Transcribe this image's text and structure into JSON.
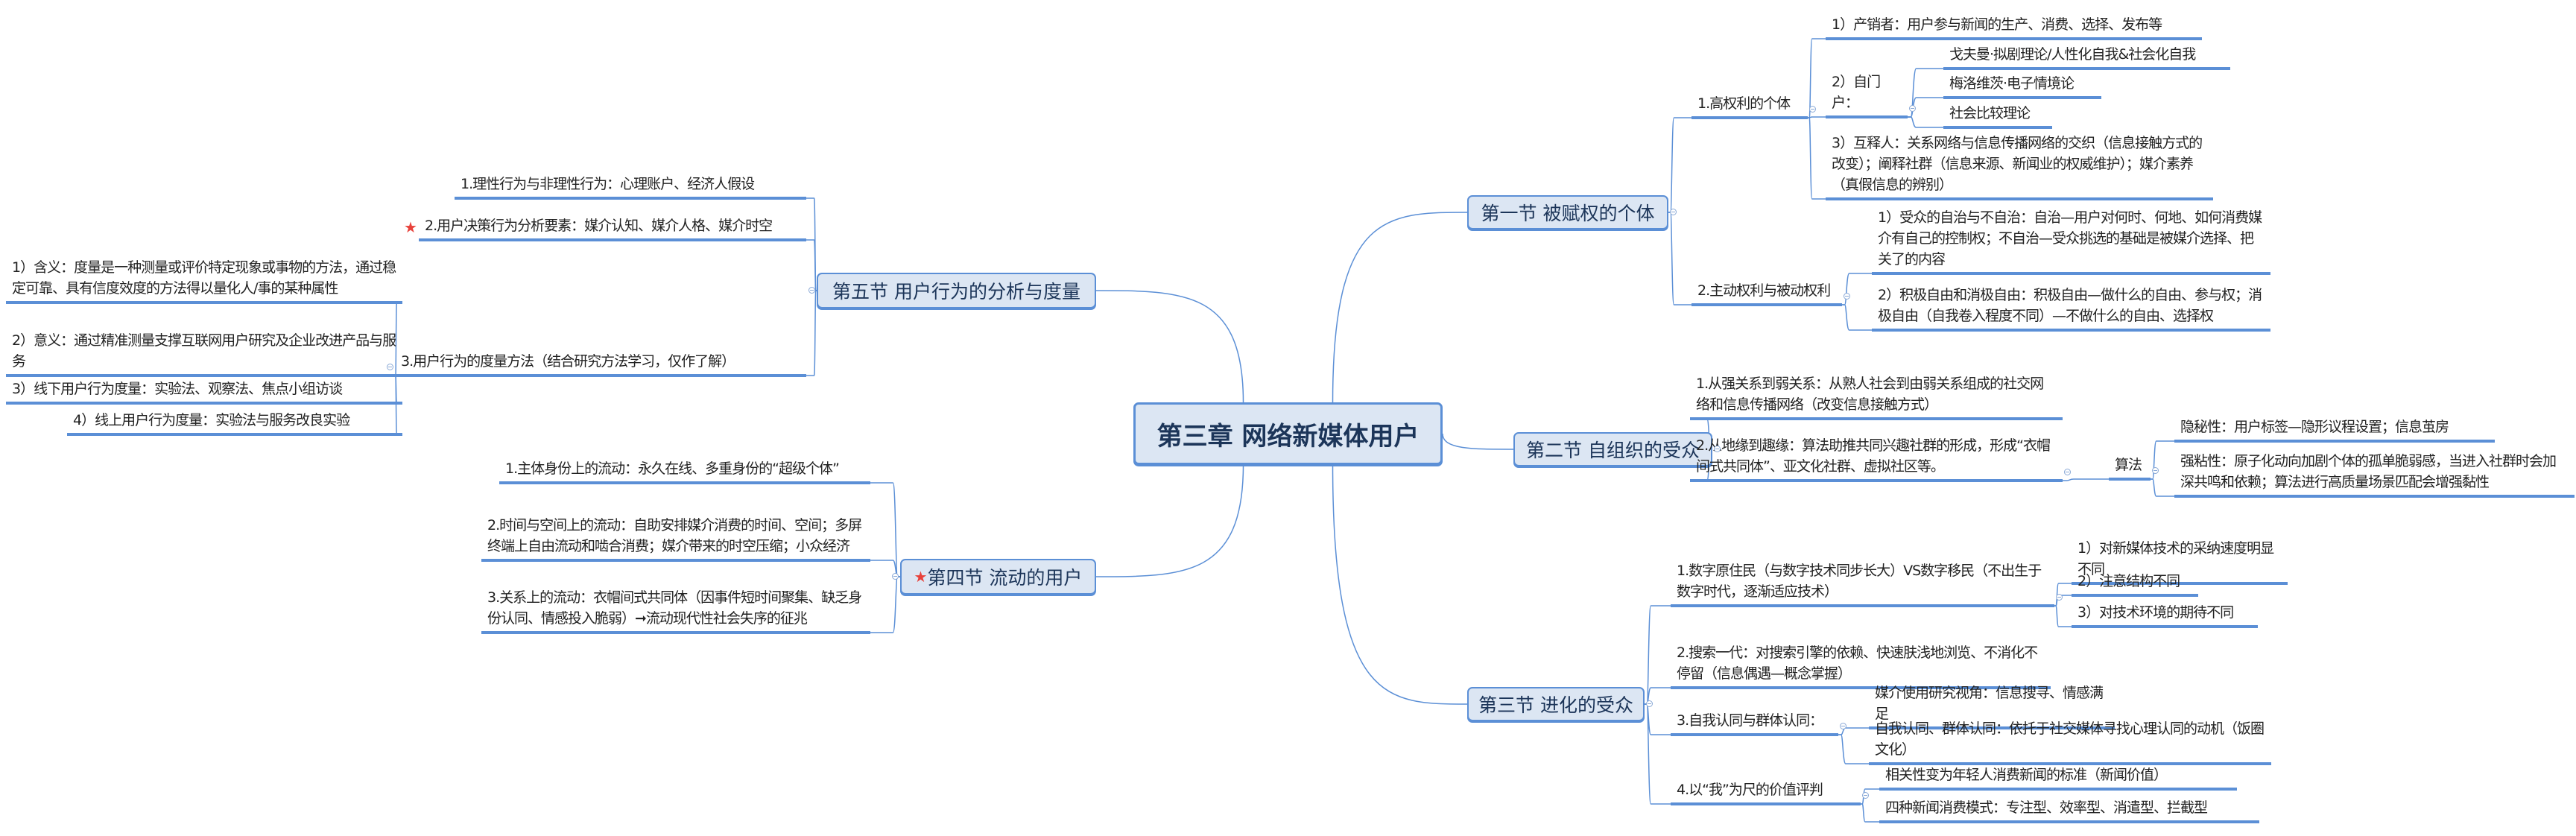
{
  "center": "第三章 网络新媒体用户",
  "s1": {
    "title": "第一节 被赋权的个体",
    "a": "1.高权利的个体",
    "a1": "1）产销者：用户参与新闻的生产、消费、选择、发布等",
    "a2": "2）自门户：",
    "a2a": "戈夫曼·拟剧理论/人性化自我&社会化自我",
    "a2b": "梅洛维茨·电子情境论",
    "a2c": "社会比较理论",
    "a3": "3）互释人：关系网络与信息传播网络的交织（信息接触方式的改变）；阐释社群（信息来源、新闻业的权威维护）；媒介素养（真假信息的辨别）",
    "b": "2.主动权利与被动权利",
    "b1": "1）受众的自治与不自治：自治—用户对何时、何地、如何消费媒介有自己的控制权；不自治—受众挑选的基础是被媒介选择、把关了的内容",
    "b2": "2）积极自由和消极自由：积极自由—做什么的自由、参与权；消极自由（自我卷入程度不同）—不做什么的自由、选择权"
  },
  "s2": {
    "title": "第二节 自组织的受众",
    "a": "1.从强关系到弱关系：从熟人社会到由弱关系组成的社交网络和信息传播网络（改变信息接触方式）",
    "b": "2.从地缘到趣缘：算法助推共同兴趣社群的形成，形成“衣帽间式共同体”、亚文化社群、虚拟社区等。",
    "b1": "算法",
    "b1a": "隐秘性：用户标签—隐形议程设置；信息茧房",
    "b1b": "强粘性：原子化动向加剧个体的孤单脆弱感，当进入社群时会加深共鸣和依赖；算法进行高质量场景匹配会增强黏性"
  },
  "s3": {
    "title": "第三节 进化的受众",
    "a": "1.数字原住民（与数字技术同步长大）VS数字移民（不出生于数字时代，逐渐适应技术）",
    "a1": "1）对新媒体技术的采纳速度明显不同",
    "a2": "2）注意结构不同",
    "a3": "3）对技术环境的期待不同",
    "b": "2.搜索一代：对搜索引擎的依赖、快速肤浅地浏览、不消化不停留（信息偶遇—概念掌握）",
    "c": "3.自我认同与群体认同：",
    "c1": "媒介使用研究视角：信息搜寻、情感满足",
    "c2": "自我认同、群体认同：依托于社交媒体寻找心理认同的动机（饭圈文化）",
    "d": "4.以“我”为尺的价值评判",
    "d1": "相关性变为年轻人消费新闻的标准（新闻价值）",
    "d2": "四种新闻消费模式：专注型、效率型、消遣型、拦截型"
  },
  "s4": {
    "title": "第四节 流动的用户",
    "a": "1.主体身份上的流动：永久在线、多重身份的“超级个体”",
    "b": "2.时间与空间上的流动：自助安排媒介消费的时间、空间；多屏终端上自由流动和啮合消费；媒介带来的时空压缩；小众经济",
    "c": "3.关系上的流动：衣帽间式共同体（因事件短时间聚集、缺乏身份认同、情感投入脆弱）➞流动现代性社会失序的征兆"
  },
  "s5": {
    "title": "第五节 用户行为的分析与度量",
    "a": "1.理性行为与非理性行为：心理账户、经济人假设",
    "b": "2.用户决策行为分析要素：媒介认知、媒介人格、媒介时空",
    "c": "3.用户行为的度量方法（结合研究方法学习，仅作了解）",
    "c1": "1）含义：度量是一种测量或评价特定现象或事物的方法，通过稳定可靠、具有信度效度的方法得以量化人/事的某种属性",
    "c2": "2）意义：通过精准测量支撑互联网用户研究及企业改进产品与服务",
    "c3": "3）线下用户行为度量：实验法、观察法、焦点小组访谈",
    "c4": "4）线上用户行为度量：实验法与服务改良实验"
  },
  "colors": {
    "line": "#5b8fd6",
    "box_bg": "#dce6f3",
    "star": "#e8413a"
  }
}
